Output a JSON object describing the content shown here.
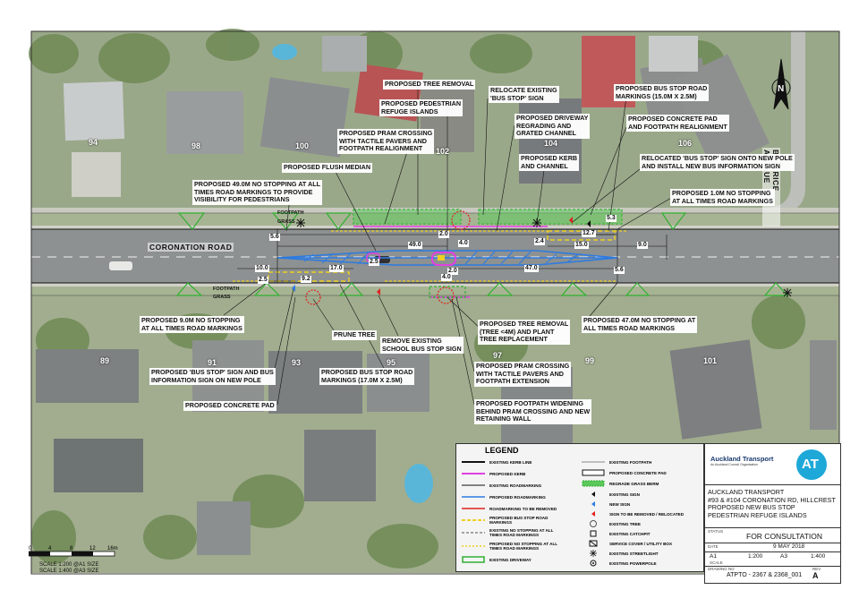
{
  "road_names": {
    "main": "CORONATION ROAD",
    "side": "BEATRICE AVENUE"
  },
  "house_numbers": [
    "94",
    "98",
    "100",
    "102",
    "104",
    "106",
    "89",
    "91",
    "93",
    "95",
    "97",
    "99",
    "101"
  ],
  "annotations": [
    "PROPOSED TREE REMOVAL",
    "PROPOSED PEDESTRIAN\nREFUGE ISLANDS",
    "RELOCATE EXISTING\n'BUS STOP' SIGN",
    "PROPOSED BUS STOP ROAD\nMARKINGS (15.0m x 2.5m)",
    "PROPOSED CONCRETE PAD\nAND FOOTPATH REALIGNMENT",
    "PROPOSED DRIVEWAY\nREGRADING AND\nGRATED CHANNEL",
    "PROPOSED PRAM CROSSING\nWITH TACTILE PAVERS AND\nFOOTPATH REALIGNMENT",
    "PROPOSED KERB\nAND CHANNEL",
    "RELOCATED 'BUS STOP' SIGN ONTO NEW POLE\nAND INSTALL NEW BUS INFORMATION SIGN",
    "PROPOSED FLUSH MEDIAN",
    "PROPOSED 49.0m NO STOPPING AT ALL\nTIMES ROAD MARKINGS TO PROVIDE\nVISIBILITY FOR PEDESTRIANS",
    "PROPOSED 1.0m NO STOPPING\nAT ALL TIMES ROAD MARKINGS",
    "PROPOSED 9.0m NO STOPPING\nAT ALL TIMES ROAD MARKINGS",
    "PRUNE TREE",
    "REMOVE EXISTING\nSCHOOL BUS STOP SIGN",
    "PROPOSED TREE REMOVAL\n(TREE <4m) AND PLANT\nTREE REPLACEMENT",
    "PROPOSED 47.0m NO STOPPING AT\nALL TIMES ROAD MARKINGS",
    "PROPOSED 'BUS STOP' SIGN AND BUS\nINFORMATION SIGN ON NEW POLE",
    "PROPOSED BUS STOP ROAD\nMARKINGS (17.0m x 2.5m)",
    "PROPOSED PRAM CROSSING\nWITH TACTILE PAVERS AND\nFOOTPATH EXTENSION",
    "PROPOSED CONCRETE PAD",
    "PROPOSED FOOTPATH WIDENING\nBEHIND PRAM CROSSING AND NEW\nRETAINING WALL"
  ],
  "dimensions": [
    "49.0",
    "12.7",
    "15.0",
    "9.0",
    "17.0",
    "47.0",
    "10.0",
    "9.2",
    "2.0",
    "2.0",
    "5.6",
    "5.6",
    "2.5",
    "2.4",
    "2.5",
    "5.3",
    "4.0",
    "4.0"
  ],
  "map_labels": {
    "footpath_n": "FOOTPATH",
    "grass_n": "GRASS",
    "footpath_s": "FOOTPATH",
    "grass_s": "GRASS"
  },
  "legend": {
    "title": "LEGEND",
    "left": [
      "EXISTING KERB LINE",
      "PROPOSED KERB",
      "EXISTING ROADMARKING",
      "PROPOSED ROADMARKING",
      "ROADMARKING TO BE REMOVED",
      "PROPOSED BUS STOP ROAD MARKINGS",
      "EXISTING NO STOPPING AT ALL TIMES ROAD MARKINGS",
      "PROPOSED NO STOPPING AT ALL TIMES ROAD MARKINGS",
      "EXISTING DRIVEWAY"
    ],
    "right": [
      "EXISTING FOOTPATH",
      "PROPOSED CONCRETE PAD",
      "REGRADE GRASS BERM",
      "EXISTING SIGN",
      "NEW SIGN",
      "SIGN TO BE REMOVED / RELOCATED",
      "EXISTING TREE",
      "EXISTING CATCHPIT",
      "SERVICE COVER / UTILITY BOX",
      "EXISTING STREETLIGHT",
      "EXISTING POWERPOLE"
    ]
  },
  "title_block": {
    "logo_text": "Auckland Transport",
    "logo_sub": "An Auckland Council Organisation",
    "at_logo": "AT",
    "org": "AUCKLAND TRANSPORT",
    "address": "#93 & #104 CORONATION RD, HILLCREST",
    "project": "PROPOSED NEW BUS STOP\nPEDESTRIAN REFUGE ISLANDS",
    "status_label": "STATUS",
    "status": "FOR CONSULTATION",
    "date_label": "DATE",
    "date": "9 MAY 2018",
    "a1_label": "A1",
    "a1_scale": "1:200",
    "a3_label": "A3",
    "a3_scale": "1:400",
    "scale_label": "SCALE",
    "drawing_no_label": "DRAWING NO",
    "drawing_no": "ATPTO - 2367 & 2368_001",
    "rev_label": "REV",
    "rev": "A"
  },
  "scale_bar": {
    "ticks": [
      "0",
      "4",
      "8",
      "12",
      "16m"
    ],
    "line1": "SCALE 1:200 @A1 SIZE",
    "line2": "SCALE 1:400 @A3 SIZE"
  },
  "colors": {
    "proposed_kerb": "#e040e0",
    "proposed_marking": "#2d7be0",
    "remove_marking": "#e02020",
    "bus_stop": "#f0d020",
    "driveway": "#30b030",
    "grass_berm": "#5cc85c"
  }
}
